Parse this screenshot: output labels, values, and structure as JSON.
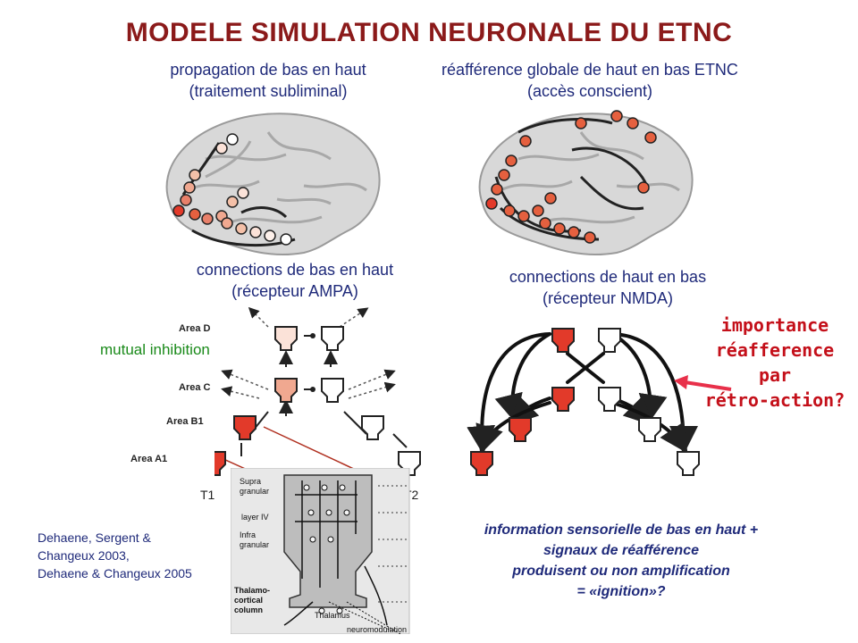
{
  "title": "MODELE SIMULATION NEURONALE DU ETNC",
  "left_caption": {
    "line1": "propagation de bas en haut",
    "line2": "(traitement subliminal)"
  },
  "right_caption": {
    "line1": "réafférence globale de haut en bas ETNC",
    "line2": "(accès conscient)"
  },
  "left_connections": {
    "line1": "connections de bas en haut",
    "line2": "(récepteur AMPA)"
  },
  "right_connections": {
    "line1": "connections de haut en bas",
    "line2": "(récepteur NMDA)"
  },
  "mutual_inhibition": "mutual inhibition",
  "areas": {
    "d": "Area D",
    "c": "Area C",
    "b1": "Area B1",
    "a1": "Area A1"
  },
  "targets": {
    "t1": "T1",
    "t2": "T2"
  },
  "column": {
    "supra": "Supra granular",
    "layer4": "layer IV",
    "infra": "Infra granular",
    "thalamo": "Thalamo- cortical column",
    "thalamus": "Thalamus",
    "neuromod": "neuromodulation"
  },
  "red_note": {
    "line1": "importance",
    "line2": "réafference",
    "line3": "par",
    "line4": "rétro-action?"
  },
  "references": {
    "line1": "Dehaene, Sergent &",
    "line2": "Changeux 2003,",
    "line3": "Dehaene & Changeux 2005"
  },
  "conclusion": {
    "line1": "information sensorielle de bas en haut +",
    "line2": "signaux de réafférence",
    "line3": "produisent ou non amplification",
    "line4": "= «ignition»?"
  },
  "colors": {
    "title": "#8b1a1a",
    "caption": "#1f2a7a",
    "red": "#c4101a",
    "green": "#1a8a1a",
    "node_active": "#e23a2a",
    "node_mid": "#f0a890",
    "node_pale": "#fbe2d8"
  }
}
